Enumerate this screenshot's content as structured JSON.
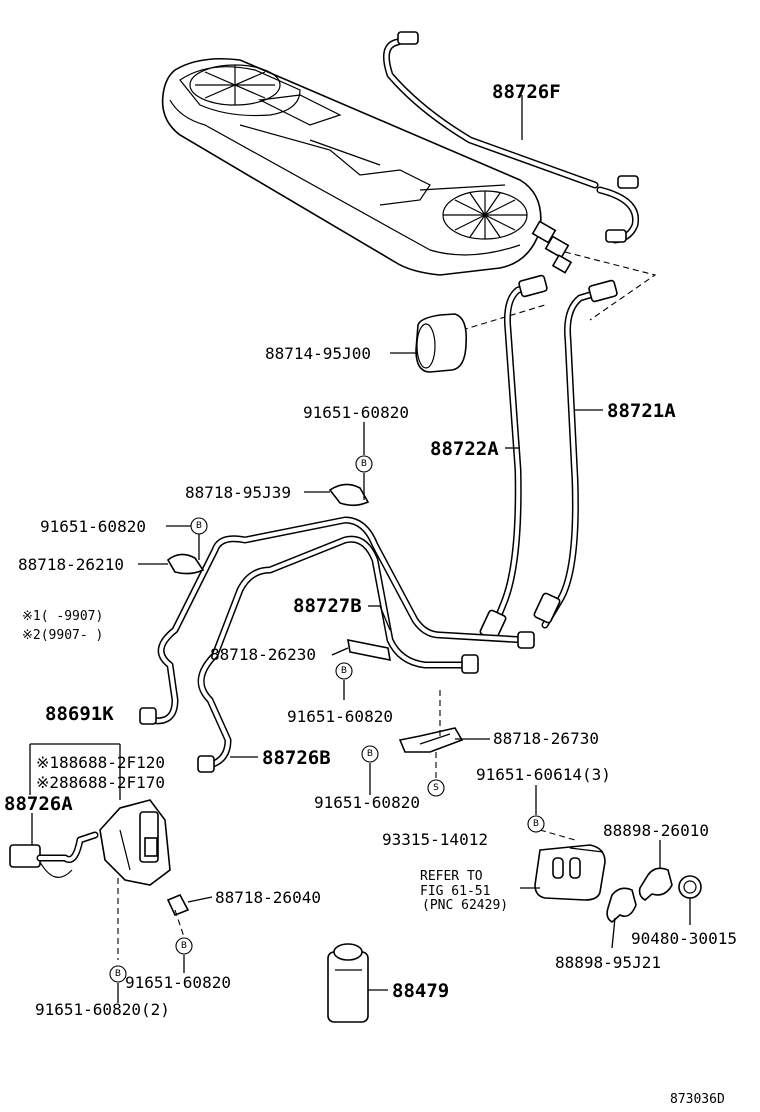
{
  "parts": {
    "p88726F": "88726F",
    "p88714": "88714-95J00",
    "p88721A": "88721A",
    "p91651_top": "91651-60820",
    "p88722A": "88722A",
    "p88718_95J39": "88718-95J39",
    "p91651_left": "91651-60820",
    "p88718_26210": "88718-26210",
    "p88727B": "88727B",
    "p88718_26230": "88718-26230",
    "p91651_mid": "91651-60820",
    "p88691K": "88691K",
    "p88688_1": "※188688-2F120",
    "p88688_2": "※288688-2F170",
    "p88726B": "88726B",
    "p88718_26730": "88718-26730",
    "p88726A": "88726A",
    "p91651_60614": "91651-60614(3)",
    "p91651_low": "91651-60820",
    "p93315": "93315-14012",
    "p88898_26010": "88898-26010",
    "p88718_26040": "88718-26040",
    "p90480": "90480-30015",
    "p88898_95J21": "88898-95J21",
    "p91651_b1": "91651-60820",
    "p88479": "88479",
    "p91651_b2": "91651-60820(2)"
  },
  "notes": {
    "note1": "※1(   -9907)",
    "note2": "※2(9907-   )",
    "refer1": "REFER TO",
    "refer2": "FIG 61-51",
    "refer3": "(PNC 62429)"
  },
  "badges": {
    "b": "B",
    "s": "S"
  },
  "diagram_code": "873036D"
}
